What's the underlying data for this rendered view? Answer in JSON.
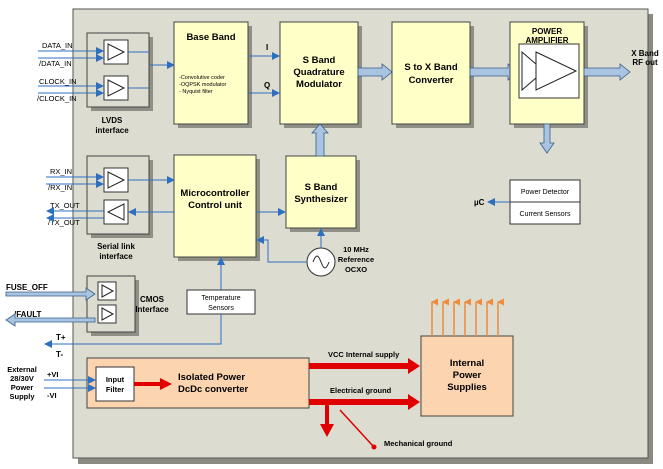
{
  "colors": {
    "board": "#dcdcd0",
    "block_yellow": "#ffffc8",
    "block_orange": "#fcd4b0",
    "arrow_blue": "#a9c4e0",
    "arrow_red": "#e00000",
    "arrow_orange": "#f08a3c",
    "line_blue": "#2e6fc0"
  },
  "io": {
    "data_in": "DATA_IN",
    "data_in_n": "/DATA_IN",
    "clock_in": "CLOCK_IN",
    "clock_in_n": "/CLOCK_IN",
    "rx_in": "RX_IN",
    "rx_in_n": "/RX_IN",
    "tx_out": "TX_OUT",
    "tx_out_n": "/TX_OUT",
    "fuse_off": "FUSE_OFF",
    "fault": "/FAULT",
    "t_plus": "T+",
    "t_minus": "T-",
    "ext_power": [
      "External",
      "28/30V",
      "Power",
      "Supply"
    ],
    "vi_plus": "+VI",
    "vi_minus": "-VI",
    "xband_out": [
      "X Band",
      "RF out"
    ],
    "uc": "µC"
  },
  "blocks": {
    "lvds": "LVDS",
    "lvds_sub": "interface",
    "serial": "Serial link",
    "serial_sub": "interface",
    "cmos": "CMOS",
    "cmos_sub": "Interface",
    "baseband": "Base Band",
    "baseband_items": [
      "-Convolutive coder",
      "-OQPSK modulator",
      "- Nyquist filter"
    ],
    "quad": [
      "S Band",
      "Quadrature",
      "Modulator"
    ],
    "converter": [
      "S to X Band",
      "Converter"
    ],
    "amp": [
      "POWER",
      "AMPLIFIER"
    ],
    "micro": [
      "Microcontroller",
      "Control unit"
    ],
    "synth": [
      "S Band",
      "Synthesizer"
    ],
    "ref": [
      "10 MHz",
      "Reference",
      "OCXO"
    ],
    "power_detector": "Power Detector",
    "current_sensors": "Current Sensors",
    "temp": [
      "Temperature",
      "Sensors"
    ],
    "isolated": [
      "Isolated Power",
      "DcDc converter"
    ],
    "input_filter": [
      "Input",
      "Filter"
    ],
    "internal": [
      "Internal",
      "Power",
      "Supplies"
    ],
    "i_label": "I",
    "q_label": "Q",
    "vcc": "VCC Internal supply",
    "ground": "Electrical ground",
    "mech_ground": "Mechanical ground"
  }
}
